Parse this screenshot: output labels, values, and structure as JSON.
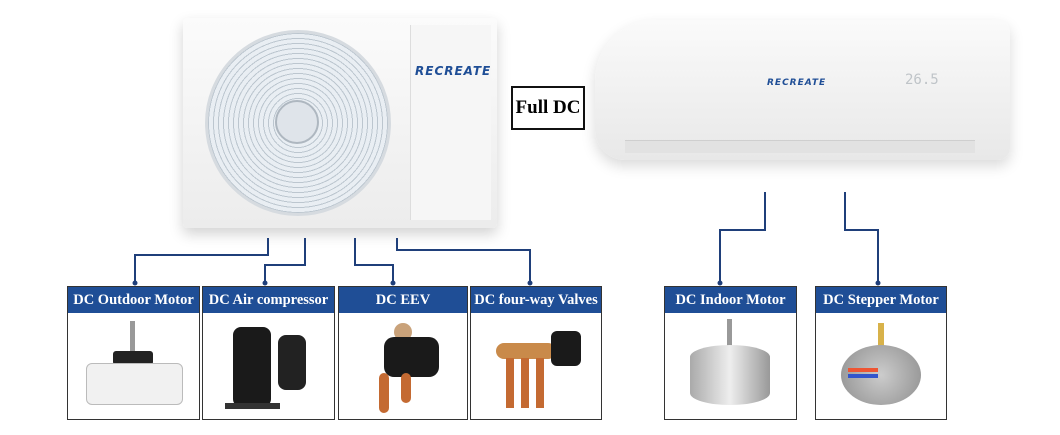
{
  "outdoor_unit": {
    "brand": "RECREATE"
  },
  "indoor_unit": {
    "brand": "RECREATE",
    "display": "26.5"
  },
  "center_label": "Full DC",
  "components": [
    {
      "label": "DC Outdoor Motor",
      "unit": "outdoor"
    },
    {
      "label": "DC Air compressor",
      "unit": "outdoor"
    },
    {
      "label": "DC EEV",
      "unit": "outdoor"
    },
    {
      "label": "DC four-way Valves",
      "unit": "outdoor"
    },
    {
      "label": "DC Indoor Motor",
      "unit": "indoor"
    },
    {
      "label": "DC Stepper Motor",
      "unit": "indoor"
    }
  ],
  "colors": {
    "header": "#1f4e96",
    "connector": "#1f3f7a"
  }
}
